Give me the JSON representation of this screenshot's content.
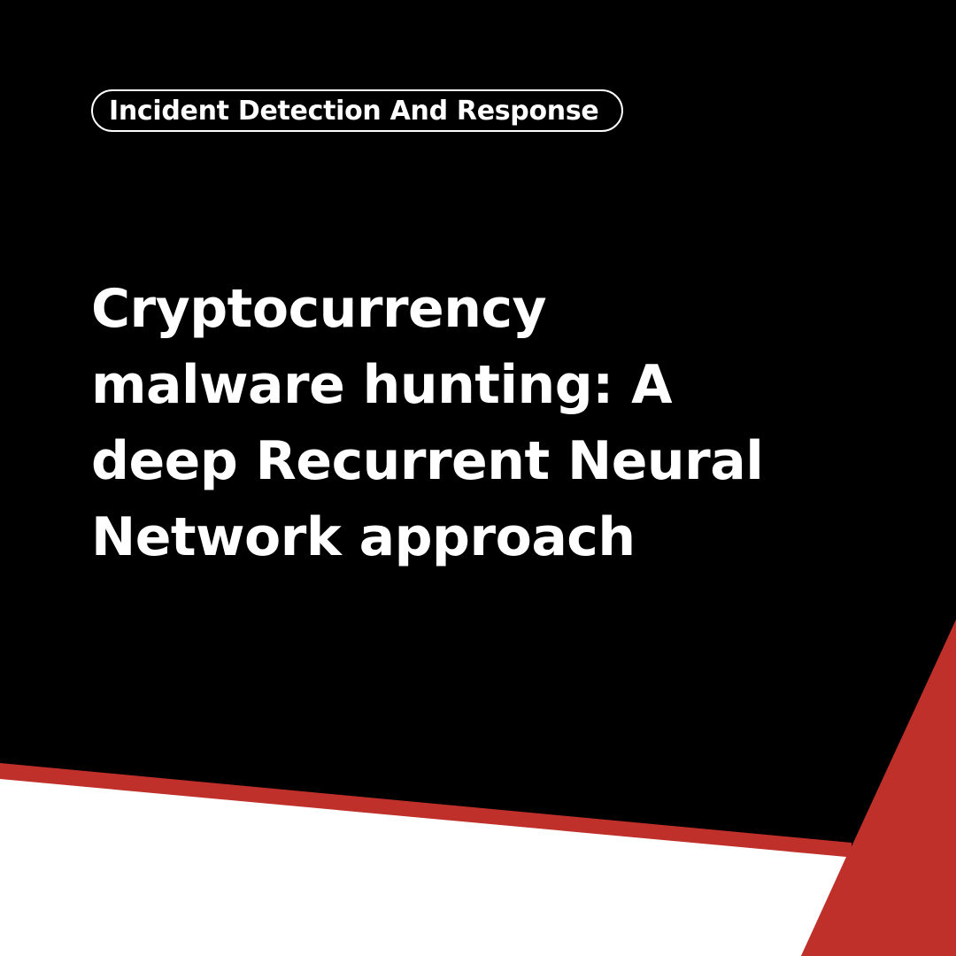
{
  "tag": {
    "label": "Incident Detection And Response"
  },
  "headline": {
    "lines": [
      "Cryptocurrency",
      "malware hunting: A",
      "deep Recurrent Neural",
      "Network approach"
    ]
  },
  "colors": {
    "background": "#000000",
    "accent": "#c0302a",
    "white": "#ffffff",
    "text": "#ffffff"
  }
}
